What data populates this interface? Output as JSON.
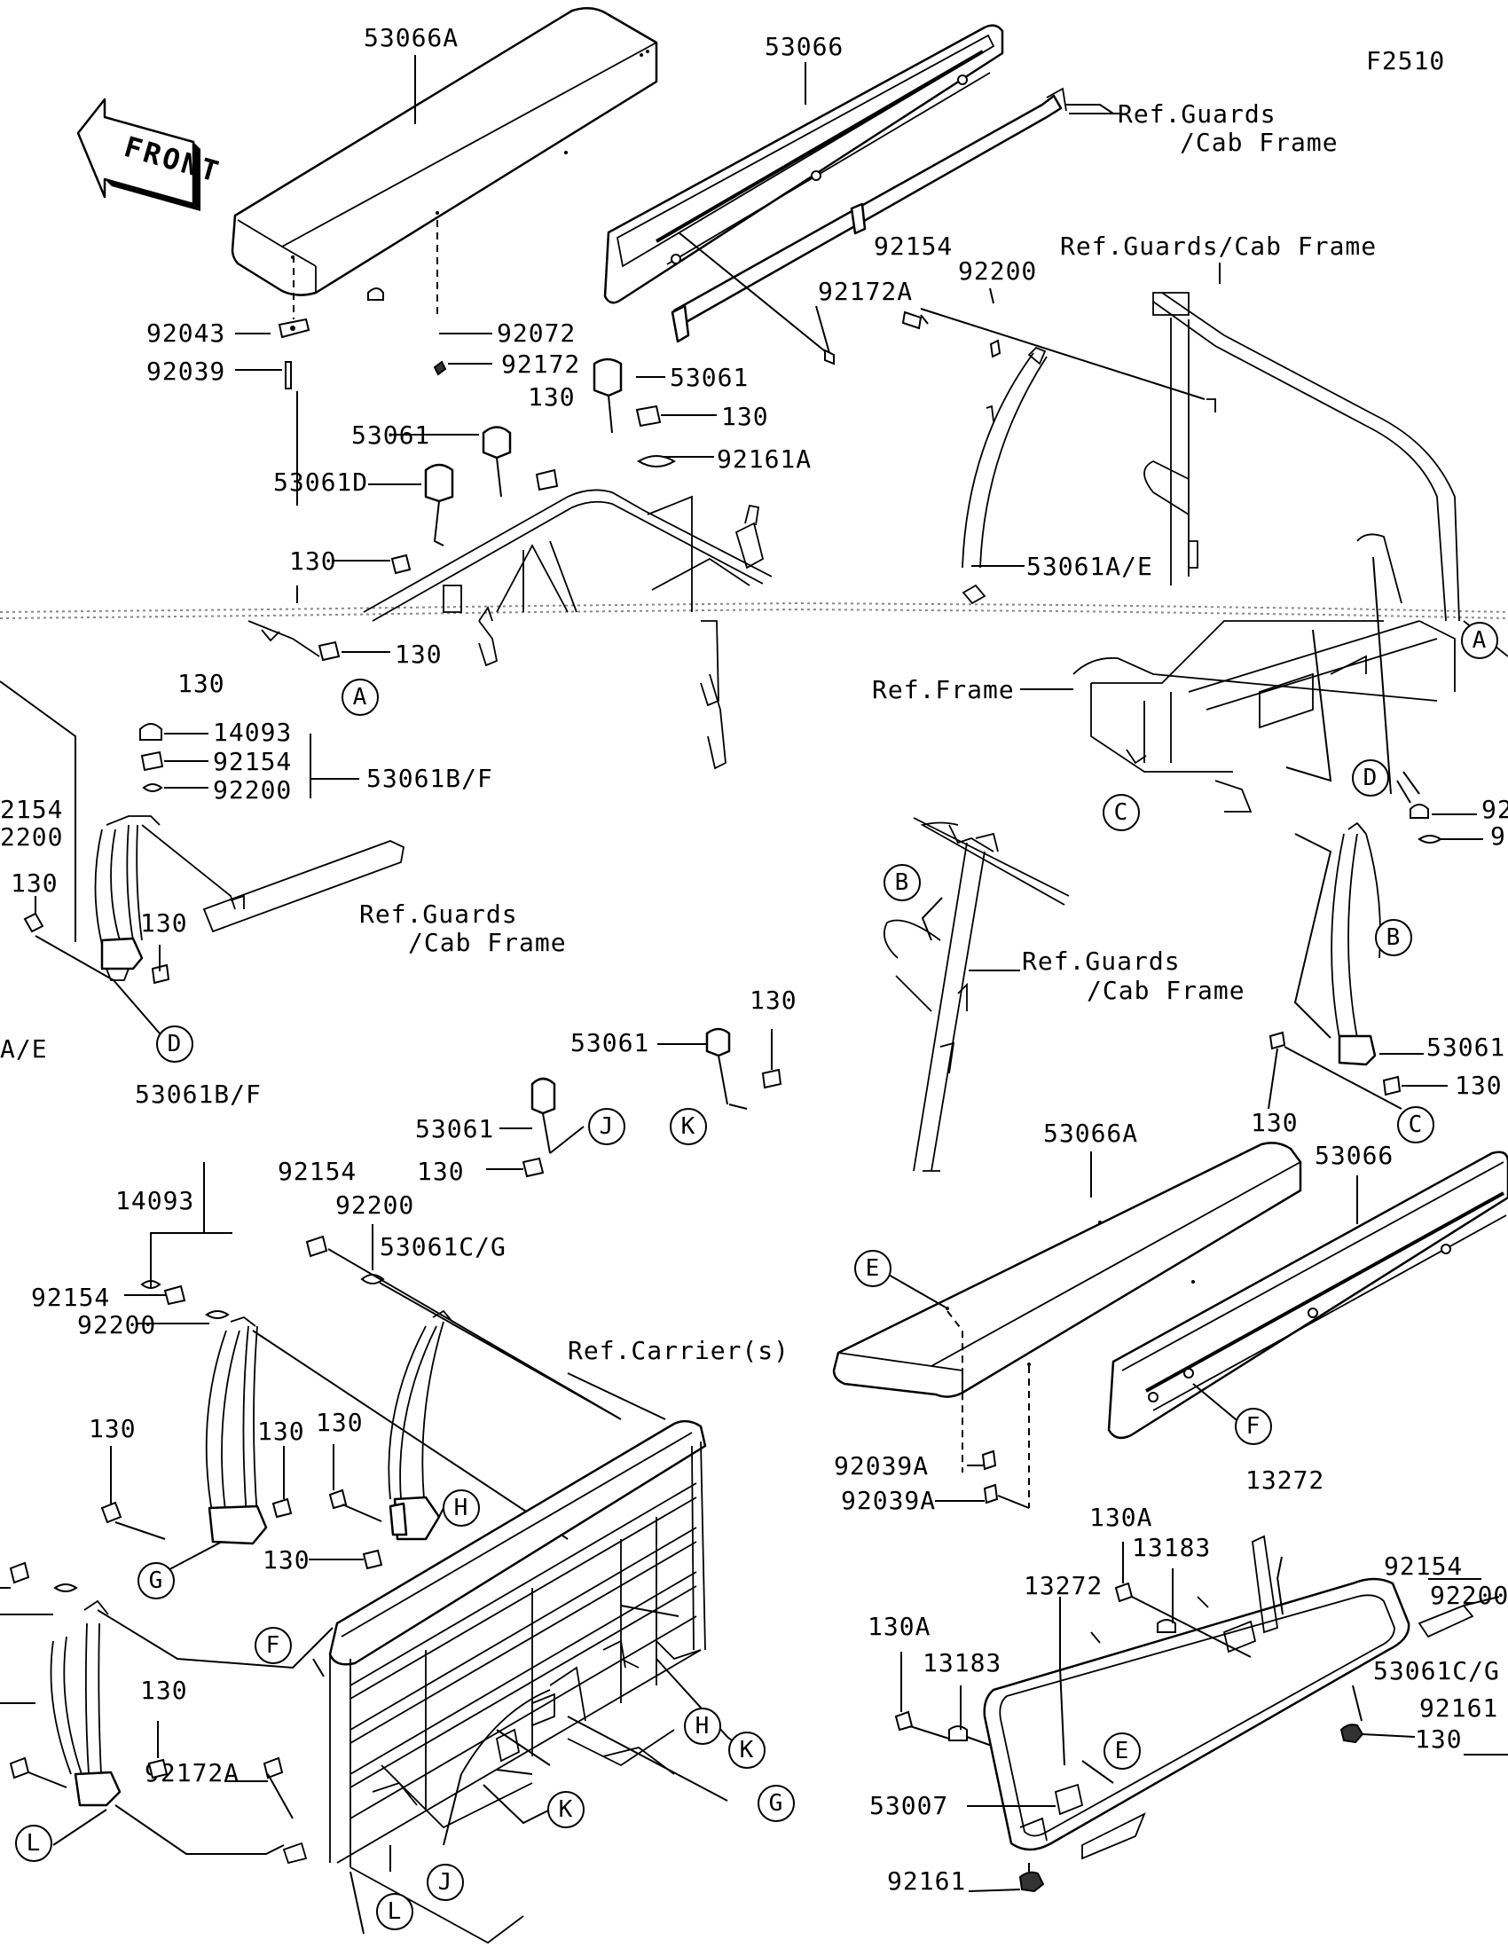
{
  "figure_code": "F2510",
  "front_arrow_label": "FRONT",
  "labels": [
    "53066A",
    "53066",
    "Ref.Guards",
    "/Cab Frame",
    "92154",
    "92200",
    "Ref.Guards/Cab Frame",
    "92172A",
    "92043",
    "92072",
    "92039",
    "92172",
    "53061",
    "130",
    "130",
    "53061",
    "130",
    "92161A",
    "53061D",
    "130",
    "53061A/E",
    "130",
    "130",
    "Ref.Frame",
    "14093",
    "92154",
    "92200",
    "53061B/F",
    "2154",
    "2200",
    "130",
    "130",
    "Ref.Guards",
    "/Cab Frame",
    "A/E",
    "Ref.Guards",
    "/Cab Frame",
    "92",
    "9",
    "53061",
    "130",
    "130",
    "130",
    "53061",
    "53061",
    "130",
    "53061B/F",
    "14093",
    "92154",
    "92200",
    "53061C/G",
    "92154",
    "92200",
    "130",
    "130",
    "130",
    "130",
    "Ref.Carrier(s)",
    "53066A",
    "53066",
    "92039A",
    "92039A",
    "13272",
    "130A",
    "13183",
    "13272",
    "92154",
    "92200",
    "130A",
    "13183",
    "53061C/G",
    "92161",
    "130",
    "130",
    "92172A",
    "53007",
    "92161"
  ],
  "callouts": [
    "A",
    "A",
    "B",
    "B",
    "C",
    "C",
    "D",
    "D",
    "D",
    "E",
    "E",
    "F",
    "F",
    "G",
    "G",
    "H",
    "H",
    "J",
    "J",
    "K",
    "K",
    "K",
    "L",
    "L"
  ]
}
